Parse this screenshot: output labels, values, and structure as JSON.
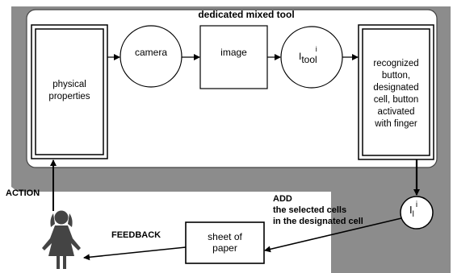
{
  "diagram": {
    "container_title": "dedicated mixed tool",
    "nodes": {
      "physical_properties": "physical\nproperties",
      "camera": "camera",
      "image": "image",
      "i_tool_main": "I",
      "i_tool_sub": "tool",
      "i_tool_sup": "i",
      "recognized": "recognized\nbutton,\ndesignated\ncell, button\nactivated\nwith finger",
      "i_l_main": "I",
      "i_l_sub": "l",
      "i_l_sup": "i",
      "sheet": "sheet of\npaper"
    },
    "labels": {
      "action": "ACTION",
      "feedback": "FEEDBACK",
      "add": "ADD\nthe selected cells\nin the designated cell"
    }
  }
}
